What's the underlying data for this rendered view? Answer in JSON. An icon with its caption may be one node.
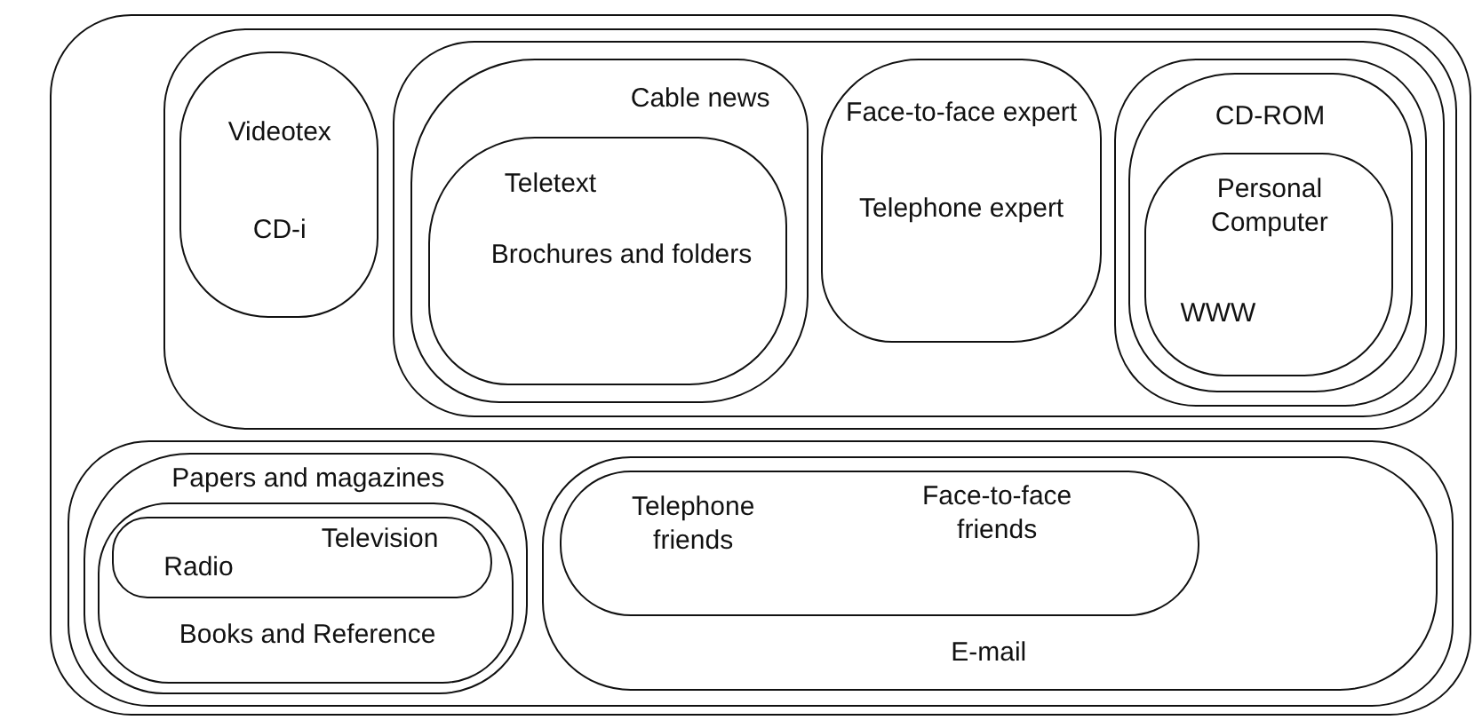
{
  "diagram": {
    "nodes": [
      {
        "text": [],
        "shape": "box"
      },
      {
        "text": [],
        "shape": "box",
        "in": 0
      },
      {
        "text": [
          "Videotex",
          "CD-i"
        ],
        "in": 1
      },
      {
        "text": [],
        "shape": "box",
        "in": 1
      },
      {
        "text": [
          "Cable news"
        ],
        "in": 3
      },
      {
        "text": [
          "Teletext",
          "Brochures and folders"
        ],
        "in": 4
      },
      {
        "text": [
          "Face-to-face expert",
          "Telephone expert"
        ],
        "in": 3
      },
      {
        "text": [],
        "shape": "box",
        "in": 3
      },
      {
        "text": [
          "CD-ROM"
        ],
        "in": 7
      },
      {
        "text": [
          "Personal Computer",
          "WWW"
        ],
        "in": 8
      },
      {
        "text": [],
        "shape": "box",
        "in": 0
      },
      {
        "text": [
          "Papers and magazines"
        ],
        "in": 10
      },
      {
        "text": [
          "Books and Reference"
        ],
        "in": 11
      },
      {
        "text": [
          "Radio",
          "Television"
        ],
        "in": 12
      },
      {
        "text": [
          "E-mail"
        ],
        "in": 10
      },
      {
        "text": [
          "Telephone friends",
          "Face-to-face friends"
        ],
        "in": 14
      }
    ]
  }
}
